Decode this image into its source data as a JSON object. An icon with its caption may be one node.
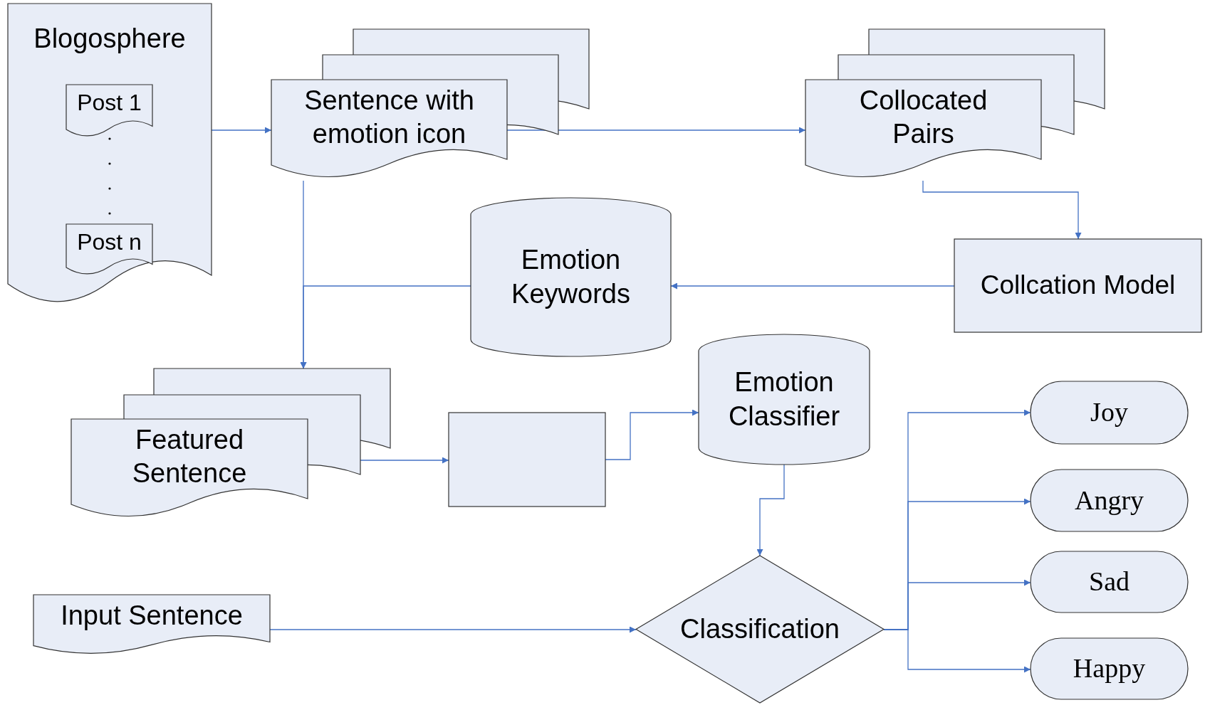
{
  "diagram": {
    "nodes": [
      {
        "text": [
          "Blogosphere"
        ]
      },
      {
        "text": [
          "Post 1"
        ],
        "in": 0
      },
      {
        "text": [
          "Post n"
        ],
        "in": 0
      },
      {
        "text": [
          "Sentence with emotion icon"
        ]
      },
      {
        "text": [
          "Collocated Pairs"
        ]
      },
      {
        "text": [
          "Emotion Keywords"
        ]
      },
      {
        "text": [
          "Collcation Model"
        ]
      },
      {
        "text": [
          "Featured Sentence"
        ]
      },
      {
        "text": [],
        "shape": "box"
      },
      {
        "text": [
          "Emotion Classifier"
        ]
      },
      {
        "text": [
          "Input Sentence"
        ]
      },
      {
        "text": [
          "Classification"
        ]
      },
      {
        "text": [
          "Joy"
        ]
      },
      {
        "text": [
          "Angry"
        ]
      },
      {
        "text": [
          "Sad"
        ]
      },
      {
        "text": [
          "Happy"
        ]
      }
    ],
    "edges": [
      {
        "from": 0,
        "to": 3,
        "arrow": "to"
      },
      {
        "from": 3,
        "to": 4,
        "arrow": "to"
      },
      {
        "from": 4,
        "to": 6,
        "arrow": "to"
      },
      {
        "from": 6,
        "to": 5,
        "arrow": "to"
      },
      {
        "from": 5,
        "to": 7,
        "arrow": "to"
      },
      {
        "from": 3,
        "to": 7,
        "arrow": "to"
      },
      {
        "from": 7,
        "to": 8,
        "arrow": "to"
      },
      {
        "from": 8,
        "to": 9,
        "arrow": "to"
      },
      {
        "from": 9,
        "to": 11,
        "arrow": "to"
      },
      {
        "from": 10,
        "to": 11,
        "arrow": "to"
      },
      {
        "from": 11,
        "to": 12,
        "arrow": "to"
      },
      {
        "from": 11,
        "to": 13,
        "arrow": "to"
      },
      {
        "from": 11,
        "to": 14,
        "arrow": "to"
      },
      {
        "from": 11,
        "to": 15,
        "arrow": "to"
      }
    ]
  }
}
